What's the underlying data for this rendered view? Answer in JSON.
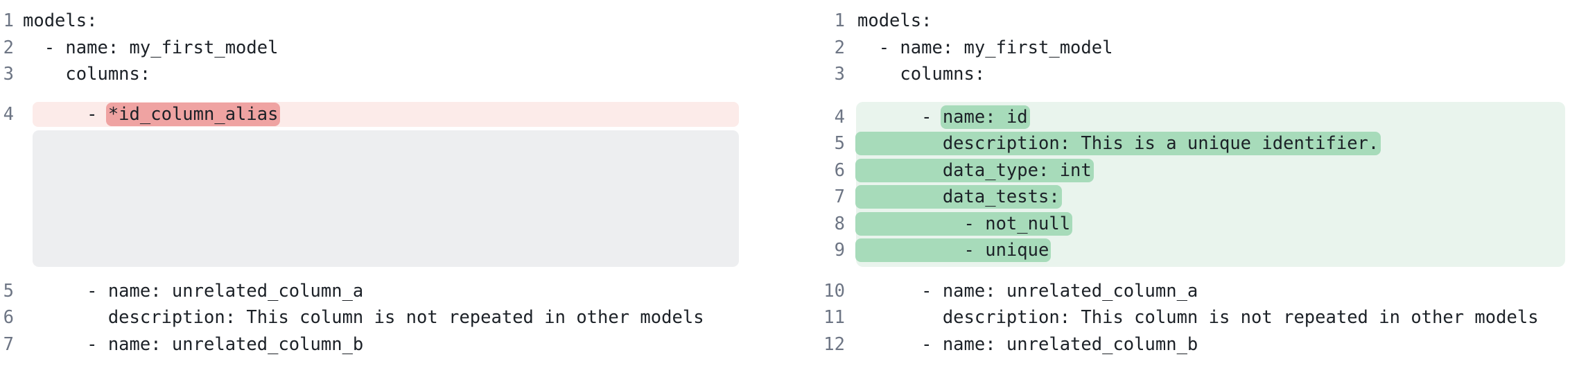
{
  "colors": {
    "removed_row_bg": "#fcebe9",
    "removed_token_bg": "#efa3a2",
    "added_row_bg": "#e9f4ed",
    "added_token_bg": "#a7dbba",
    "placeholder_bg": "#edeef0",
    "line_number_color": "#6d7584",
    "code_text_color": "#1c2127",
    "page_bg": "#ffffff"
  },
  "left": {
    "context_top": [
      {
        "num": "1",
        "text": "models:"
      },
      {
        "num": "2",
        "text": "  - name: my_first_model"
      },
      {
        "num": "3",
        "text": "    columns:"
      }
    ],
    "removed": {
      "num": "4",
      "prefix": "      - ",
      "token": "*id_column_alias"
    },
    "context_bottom": [
      {
        "num": "5",
        "text": "      - name: unrelated_column_a"
      },
      {
        "num": "6",
        "text": "        description: This column is not repeated in other models"
      },
      {
        "num": "7",
        "text": "      - name: unrelated_column_b"
      }
    ]
  },
  "right": {
    "context_top": [
      {
        "num": "1",
        "text": "models:"
      },
      {
        "num": "2",
        "text": "  - name: my_first_model"
      },
      {
        "num": "3",
        "text": "    columns:"
      }
    ],
    "added": [
      {
        "num": "4",
        "prefix": "      - ",
        "token": "name: id"
      },
      {
        "num": "5",
        "prefix": "",
        "token": "        description: This is a unique identifier."
      },
      {
        "num": "6",
        "prefix": "",
        "token": "        data_type: int"
      },
      {
        "num": "7",
        "prefix": "",
        "token": "        data_tests:"
      },
      {
        "num": "8",
        "prefix": "",
        "token": "          - not_null"
      },
      {
        "num": "9",
        "prefix": "",
        "token": "          - unique"
      }
    ],
    "context_bottom": [
      {
        "num": "10",
        "text": "      - name: unrelated_column_a"
      },
      {
        "num": "11",
        "text": "        description: This column is not repeated in other models"
      },
      {
        "num": "12",
        "text": "      - name: unrelated_column_b"
      }
    ]
  }
}
